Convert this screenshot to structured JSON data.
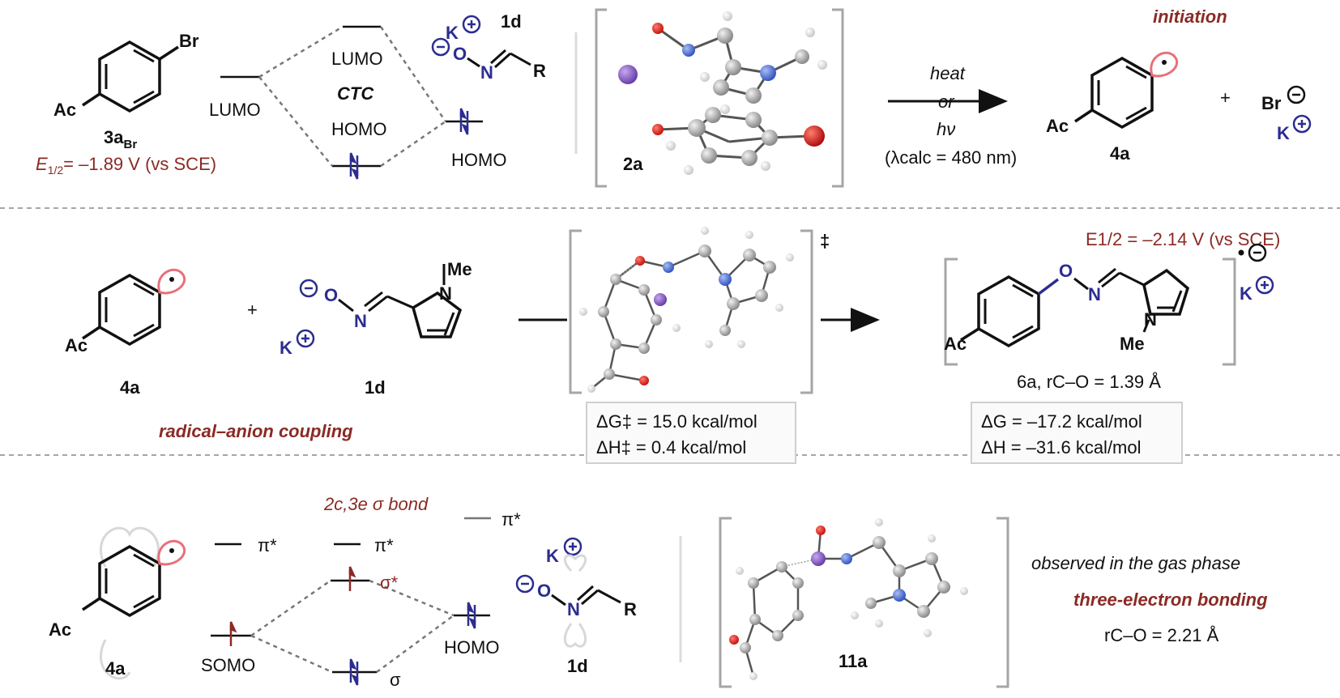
{
  "top": {
    "aryl_substituent": "Ac",
    "halogen": "Br",
    "compound_3a": "3a",
    "compound_3a_sub": "Br",
    "e12_3a": "= –1.89 V (vs SCE)",
    "lumo_left": "LUMO",
    "lumo_ctc": "LUMO",
    "ctc_label": "CTC",
    "homo_ctc": "HOMO",
    "homo_right": "HOMO",
    "compound_1d": "1d",
    "potassium": "K",
    "oxime_O": "O",
    "oxime_N": "N",
    "oxime_R": "R",
    "compound_2a": "2a",
    "condition_heat": "heat",
    "condition_or": "or",
    "condition_hv": "hν",
    "lambda_calc": "(λcalc = 480 nm)",
    "initiation": "initiation",
    "product_4a": "4a",
    "bromide": "Br",
    "plus": "+"
  },
  "middle": {
    "reactant_4a": "4a",
    "reactant_1d": "1d",
    "plus": "+",
    "potassium": "K",
    "oxime_O": "O",
    "oxime_N": "N",
    "pyrrole_N": "N",
    "methyl": "Me",
    "aryl_substituent": "Ac",
    "ts_dagger": "‡",
    "dG_ts": "ΔG‡ = 15.0 kcal/mol",
    "dH_ts": "ΔH‡ = 0.4 kcal/mol",
    "e12_6a": "E1/2 = –2.14 V (vs SCE)",
    "product_6a_label": "6a, rC–O = 1.39 Å",
    "dG_product": "ΔG  = –17.2 kcal/mol",
    "dH_product": "ΔH  = –31.6 kcal/mol",
    "radical_anion_coupling": "radical–anion coupling"
  },
  "bottom": {
    "reactant_4a": "4a",
    "aryl_substituent": "Ac",
    "sigma_bond_label": "2c,3e σ bond",
    "pi_star": "π*",
    "sigma_star": "σ*",
    "sigma": "σ",
    "somo": "SOMO",
    "homo": "HOMO",
    "compound_1d": "1d",
    "potassium": "K",
    "oxime_O": "O",
    "oxime_N": "N",
    "oxime_R": "R",
    "compound_11a": "11a",
    "observed_gas_phase": "observed in the gas phase",
    "three_electron_bonding": "three-electron bonding",
    "r_CO": "rC–O = 2.21 Å"
  },
  "colors": {
    "dark_red": "#8b2a24",
    "navy": "#2c2d90",
    "pink": "#e8707a",
    "light_blue": "#9aa6d8",
    "grey_divider": "#a6a6a6",
    "atom_O": "#e0251b",
    "atom_N": "#4a6fd8",
    "atom_K": "#7a55b8",
    "atom_Br": "#d42020"
  }
}
